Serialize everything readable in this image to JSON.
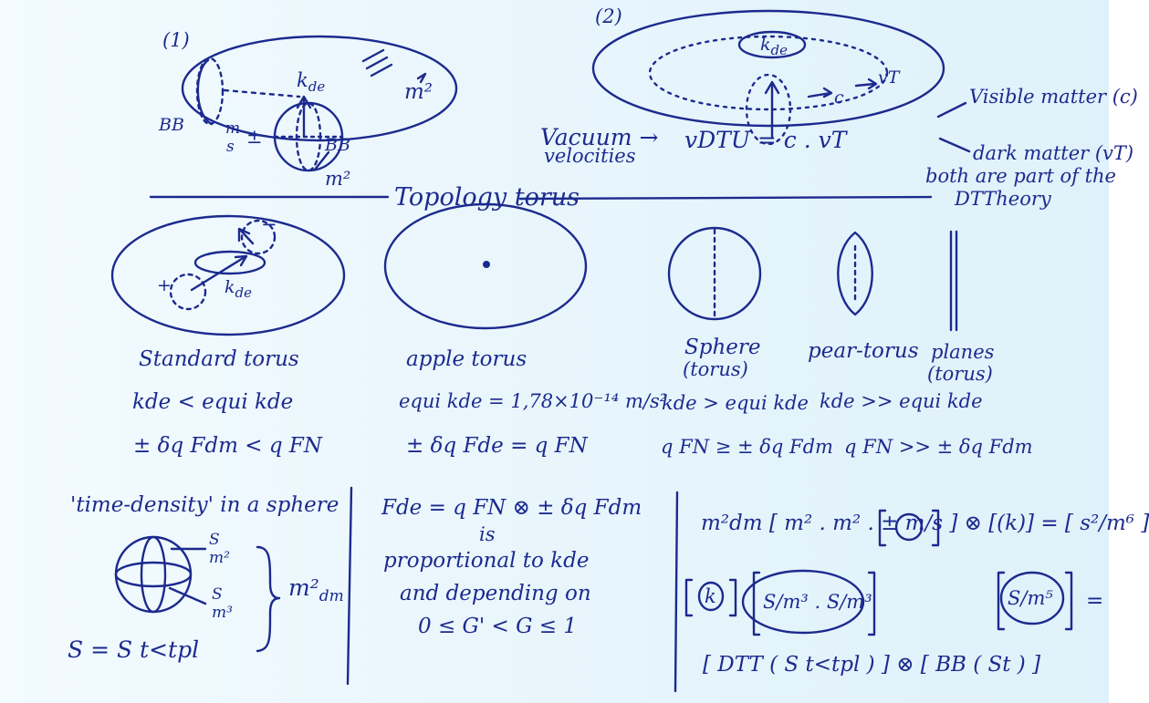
{
  "colors": {
    "ink": "#1c2a8e",
    "paper": "#e9f6fc"
  },
  "fig1": {
    "number": "(1)",
    "bb_left": "BB",
    "bb_right": "BB",
    "kde": "k",
    "kde_sub": "de",
    "m2_top": "m²",
    "m_over_s_num": "m",
    "m_over_s_den": "s",
    "plus_minus": "±",
    "m2_bottom": "m²"
  },
  "fig2": {
    "number": "(2)",
    "kde": "k",
    "kde_sub": "de",
    "vt": "vT",
    "c": "c",
    "vacuum_label": "Vacuum →",
    "velocities_label": "velocities",
    "equation": "vDTU = c . vT",
    "note_visible": "Visible matter (c)",
    "note_dark": "dark matter (vT)",
    "note_both": "both are part of the",
    "note_theory": "DTTheory"
  },
  "topology_title": "Topology torus",
  "tori": {
    "standard": {
      "name": "Standard torus",
      "kde": "k",
      "kde_sub": "de",
      "plus": "+",
      "minus": "−",
      "relation": "kde < equi kde",
      "force": "± δq Fdm < q FN"
    },
    "apple": {
      "name": "apple torus",
      "relation": "equi kde = 1,78×10⁻¹⁴ m/s²",
      "force": "± δq Fde = q FN"
    },
    "sphere": {
      "name": "Sphere",
      "name_sub": "(torus)",
      "relation": "kde > equi kde",
      "force": "q FN ≥ ± δq Fdm"
    },
    "pear": {
      "name": "pear-torus",
      "relation": "kde >> equi kde",
      "force": "q FN >> ± δq Fdm"
    },
    "planes": {
      "name": "planes",
      "name_sub": "(torus)"
    }
  },
  "bottom_left": {
    "title": "'time-density' in a sphere",
    "frac1_num": "S",
    "frac1_den": "m²",
    "frac2_num": "S",
    "frac2_den": "m³",
    "brace_label": "m²",
    "brace_sub": "dm",
    "equation": "S = S t<tpl"
  },
  "bottom_middle": {
    "line1": "Fde = q FN ⊗ ± δq Fdm",
    "line2": "is",
    "line3": "proportional to kde",
    "line4": "and depending on",
    "line5": "0 ≤ G' < G ≤ 1"
  },
  "bottom_right": {
    "line1": "m²dm [ m² . m² . ± m/s ] ⊗ [(k)] = [ s²/m⁶ ]",
    "line2_k": "k",
    "line2_frac1": "S/m³ . S/m³",
    "line2_frac2": "S/m⁵",
    "line2_eq": "=",
    "line3": "[ DTT ( S t<tpl ) ] ⊗ [ BB ( St ) ]"
  }
}
